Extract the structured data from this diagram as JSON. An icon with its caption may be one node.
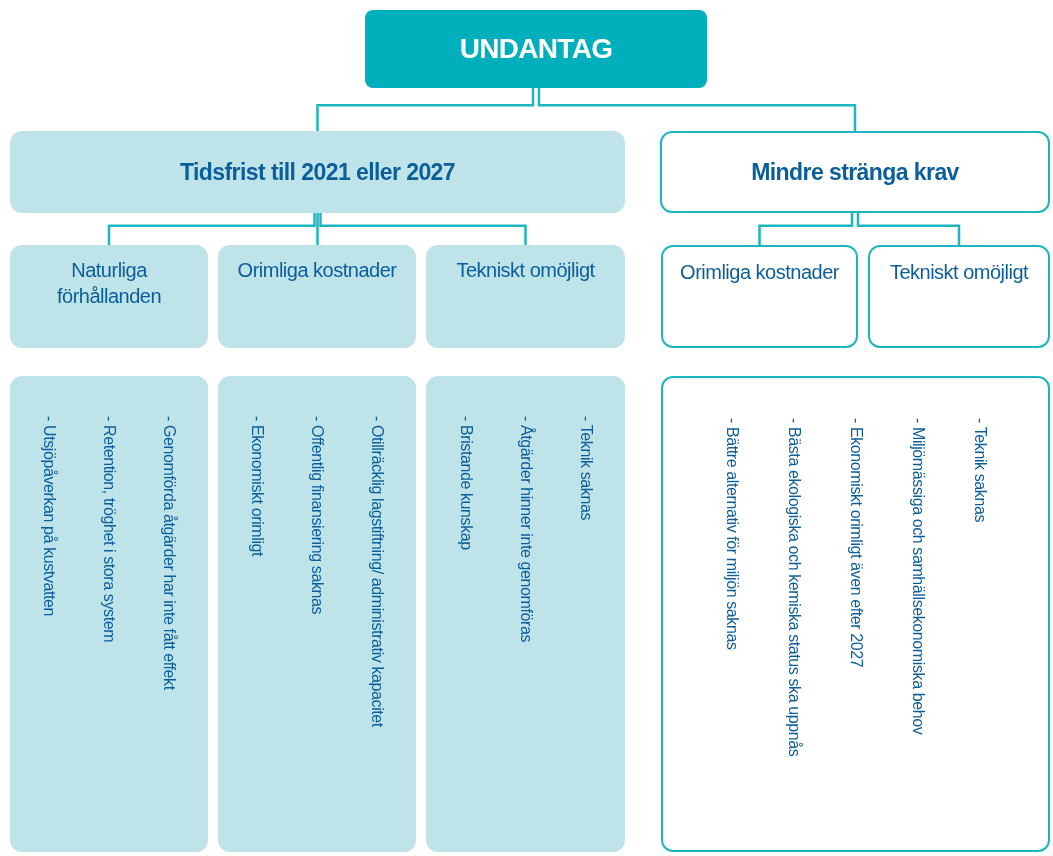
{
  "diagram": {
    "nodes": [
      {
        "text": [
          "UNDANTAG"
        ]
      },
      {
        "text": [
          "Tidsfrist till 2021 eller 2027"
        ]
      },
      {
        "text": [
          "Mindre stränga krav"
        ]
      },
      {
        "text": [
          "Naturliga förhållanden"
        ]
      },
      {
        "text": [
          "Orimliga kostnader"
        ]
      },
      {
        "text": [
          "Tekniskt omöjligt"
        ]
      },
      {
        "text": [
          "Orimliga kostnader"
        ]
      },
      {
        "text": [
          "Tekniskt omöjligt"
        ]
      },
      {
        "text": [
          "- Genomförda åtgärder har inte fått effekt",
          "- Retention, tröghet i stora system",
          "- Utsjöpåverkan på kustvatten"
        ]
      },
      {
        "text": [
          "- Otillräcklig lagstiftning/ administrativ kapacitet",
          "- Offentlig finansiering saknas",
          "- Ekonomiskt orimligt"
        ]
      },
      {
        "text": [
          "- Teknik saknas",
          "- Åtgärder hinner inte genomföras",
          "- Bristande kunskap"
        ]
      },
      {
        "text": [
          "- Teknik saknas",
          "- Miljömässiga och samhällsekonomiska behov",
          "- Ekonomiskt orimligt även efter 2027",
          "- Bästa ekologiska och kemiska status ska uppnås",
          "- Bättre alternativ för miljön saknas"
        ]
      }
    ],
    "edges": [
      {
        "from": 0,
        "to": 1,
        "arrow": "none"
      },
      {
        "from": 0,
        "to": 2,
        "arrow": "none"
      },
      {
        "from": 1,
        "to": 3,
        "arrow": "none"
      },
      {
        "from": 1,
        "to": 4,
        "arrow": "none"
      },
      {
        "from": 1,
        "to": 5,
        "arrow": "none"
      },
      {
        "from": 2,
        "to": 6,
        "arrow": "none"
      },
      {
        "from": 2,
        "to": 7,
        "arrow": "none"
      }
    ]
  }
}
